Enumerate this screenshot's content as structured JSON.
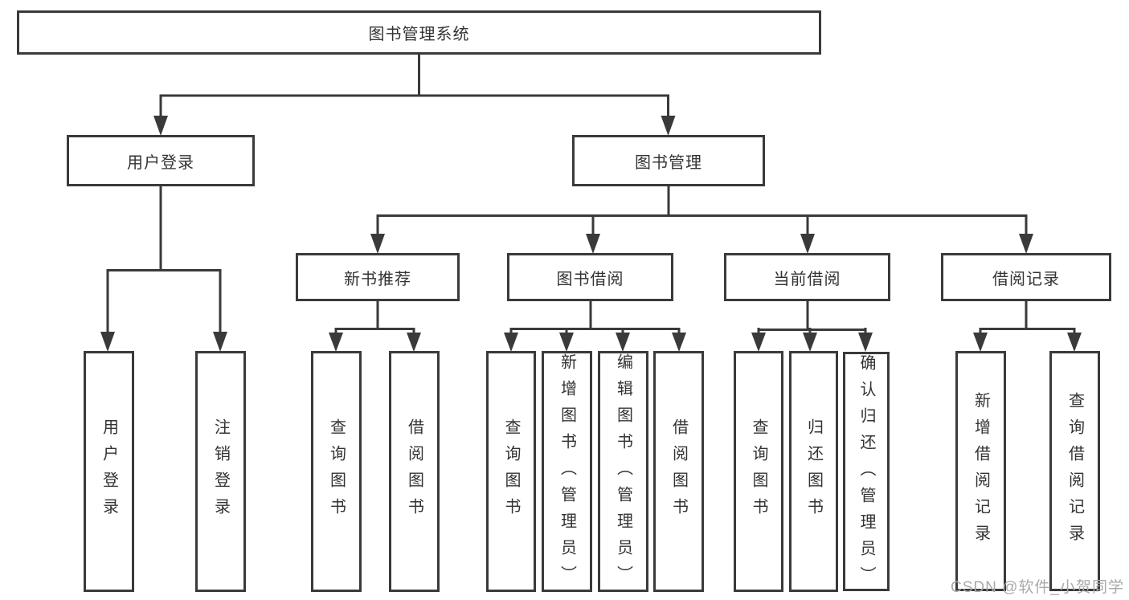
{
  "diagram": {
    "root": "图书管理系统",
    "level2": {
      "user_login": "用户登录",
      "book_mgmt": "图书管理"
    },
    "level3": {
      "new_book_rec": "新书推荐",
      "book_borrow": "图书借阅",
      "current_borrow": "当前借阅",
      "borrow_records": "借阅记录"
    },
    "leaves": {
      "user_login_1": "用户登录",
      "user_login_2": "注销登录",
      "rec_1": "查询图书",
      "rec_2": "借阅图书",
      "borrow_1": "查询图书",
      "borrow_2": "新增图书（管理员）",
      "borrow_3": "编辑图书（管理员）",
      "borrow_4": "借阅图书",
      "current_1": "查询图书",
      "current_2": "归还图书",
      "current_3": "确认归还（管理员）",
      "records_1": "新增借阅记录",
      "records_2": "查询借阅记录"
    }
  },
  "watermark": "CSDN @软件_小贺同学",
  "colors": {
    "line": "#3a3a3a",
    "text": "#333333",
    "watermark": "#a9a9a9",
    "background": "#ffffff"
  }
}
